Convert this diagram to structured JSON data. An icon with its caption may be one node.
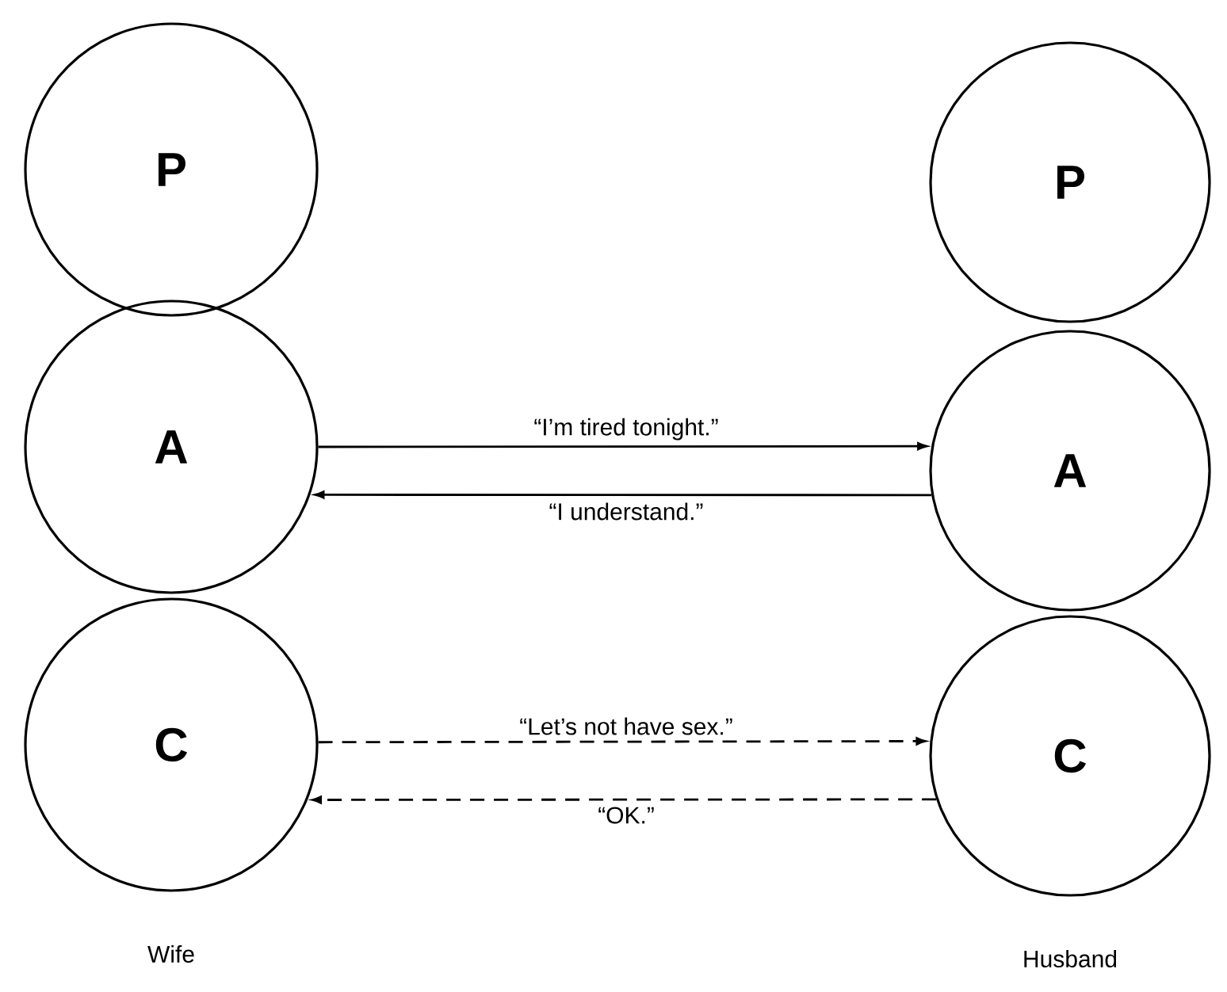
{
  "diagram": {
    "nodes": [
      {
        "text": [
          "P"
        ]
      },
      {
        "text": [
          "A"
        ]
      },
      {
        "text": [
          "C"
        ]
      },
      {
        "text": [
          "P"
        ]
      },
      {
        "text": [
          "A"
        ]
      },
      {
        "text": [
          "C"
        ]
      }
    ],
    "edges": [
      {
        "from": 1,
        "to": 4,
        "arrow": "to",
        "label": "“I’m tired tonight.”"
      },
      {
        "from": 4,
        "to": 1,
        "arrow": "to",
        "label": "“I understand.”"
      },
      {
        "from": 2,
        "to": 5,
        "arrow": "to",
        "label": "“Let’s not have sex.”",
        "style": "dashed"
      },
      {
        "from": 5,
        "to": 2,
        "arrow": "to",
        "label": "“OK.”",
        "style": "dashed"
      }
    ],
    "labels": [
      "Wife",
      "Husband"
    ]
  }
}
